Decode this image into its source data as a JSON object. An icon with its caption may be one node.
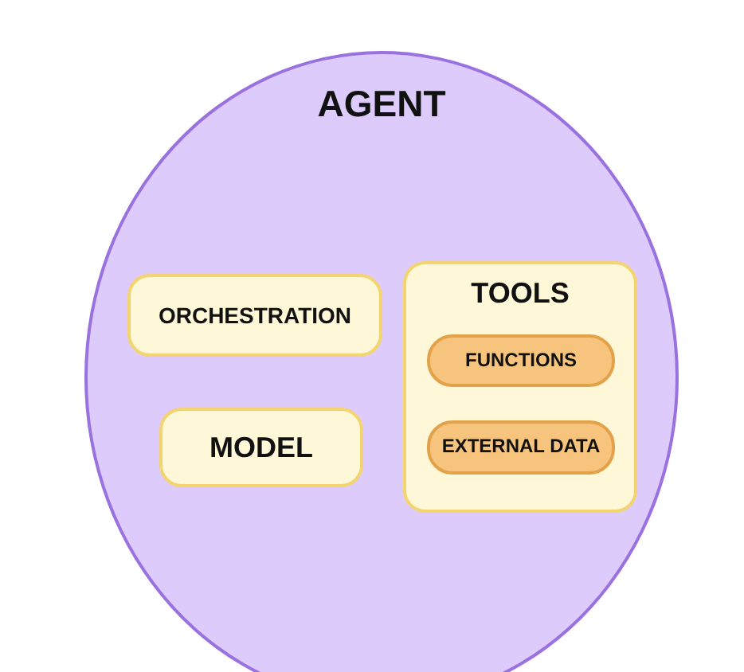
{
  "diagram": {
    "nodes": [
      {
        "text": [
          "AGENT"
        ]
      },
      {
        "text": [
          "ORCHESTRATION"
        ],
        "in": 0
      },
      {
        "text": [
          "MODEL"
        ],
        "in": 0
      },
      {
        "text": [
          "TOOLS"
        ],
        "in": 0
      },
      {
        "text": [
          "FUNCTIONS"
        ],
        "in": 3
      },
      {
        "text": [
          "EXTERNAL DATA"
        ],
        "in": 3
      }
    ]
  }
}
